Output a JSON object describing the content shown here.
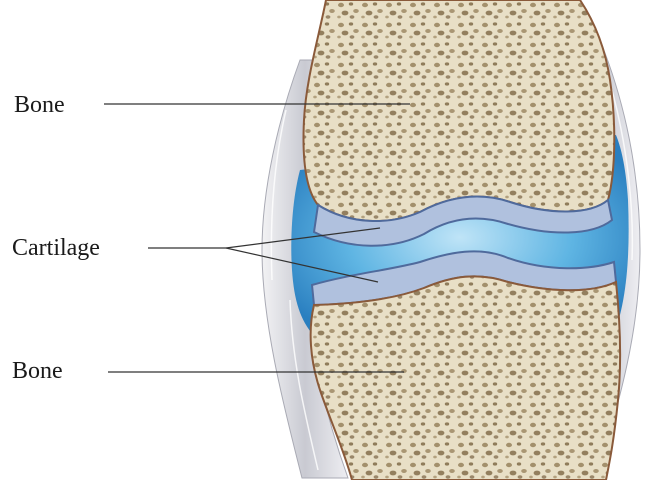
{
  "labels": {
    "bone_top": "Bone",
    "cartilage": "Cartilage",
    "bone_bottom": "Bone"
  },
  "colors": {
    "bone_fill": "#e6dcc2",
    "bone_pore": "#9c8b68",
    "bone_outline": "#8a5a3a",
    "cartilage": "#aebfdc",
    "cartilage_edge": "#4f6a9c",
    "synovial_fluid": "#3f9fd8",
    "capsule": "#d9d9de",
    "leader_line": "#333333",
    "text": "#1a1a1a"
  }
}
